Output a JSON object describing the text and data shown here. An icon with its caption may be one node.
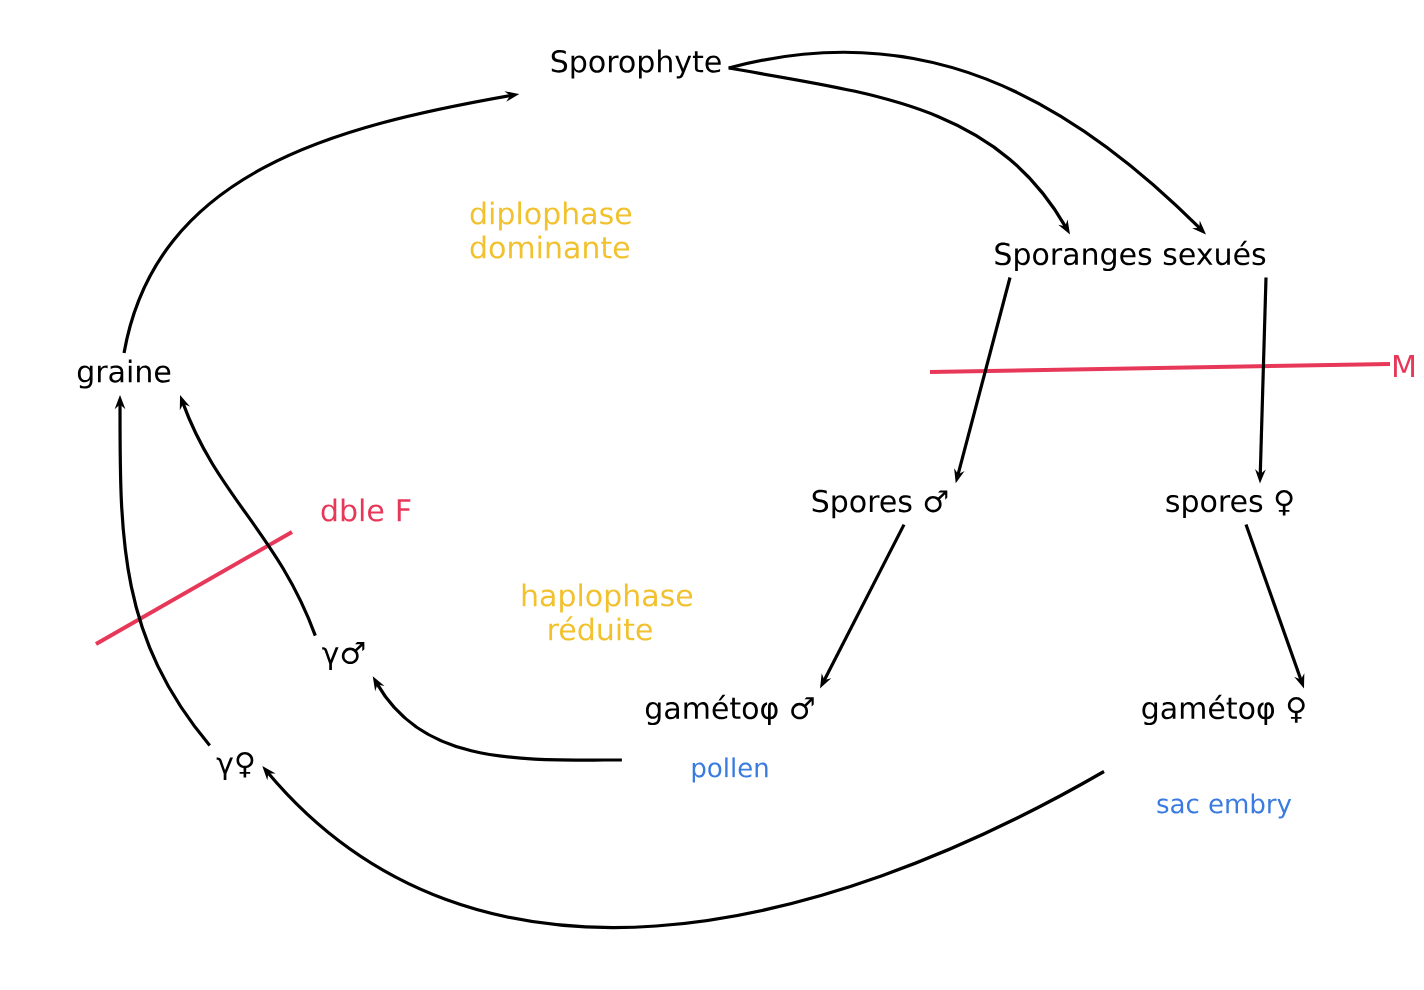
{
  "diagram": {
    "nodes": [
      {
        "text": [
          "Sporophyte"
        ]
      },
      {
        "text": [
          "Sporanges sexués"
        ]
      },
      {
        "text": [
          "Spores ♂"
        ]
      },
      {
        "text": [
          "spores ♀"
        ]
      },
      {
        "text": [
          "gamétoφ ♂"
        ],
        "beside": [
          "pollen"
        ]
      },
      {
        "text": [
          "gamétoφ ♀"
        ],
        "beside": [
          "sac embry"
        ]
      },
      {
        "text": [
          "γ♂"
        ]
      },
      {
        "text": [
          "γ♀"
        ]
      },
      {
        "text": [
          "graine"
        ]
      }
    ],
    "edges": [
      {
        "from": 0,
        "to": 1,
        "arrow": "to"
      },
      {
        "from": 0,
        "to": 1,
        "arrow": "to"
      },
      {
        "from": 1,
        "to": 2,
        "arrow": "to"
      },
      {
        "from": 1,
        "to": 3,
        "arrow": "to"
      },
      {
        "from": 2,
        "to": 4,
        "arrow": "to"
      },
      {
        "from": 3,
        "to": 5,
        "arrow": "to"
      },
      {
        "from": 4,
        "to": 6,
        "arrow": "to"
      },
      {
        "from": 5,
        "to": 7,
        "arrow": "to"
      },
      {
        "from": 6,
        "to": 8,
        "arrow": "to"
      },
      {
        "from": 7,
        "to": 8,
        "arrow": "to"
      },
      {
        "from": 8,
        "to": 0,
        "arrow": "to"
      }
    ],
    "labels": [
      "diplophase dominante",
      "M",
      "dble F",
      "haplophase réduite"
    ]
  }
}
